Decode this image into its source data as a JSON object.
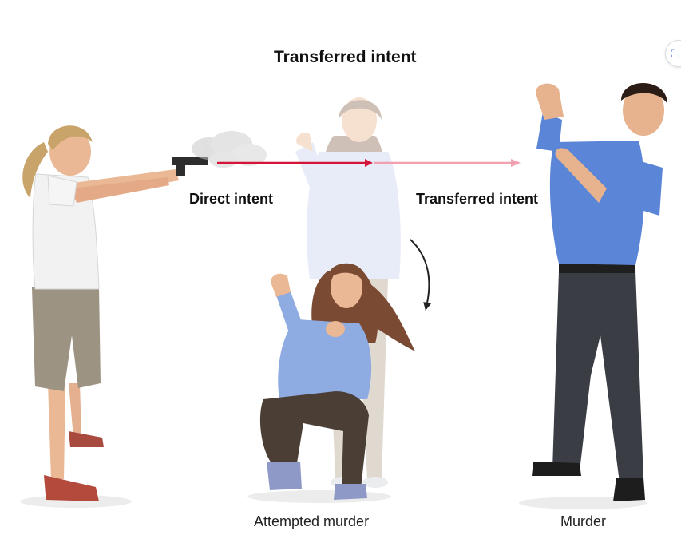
{
  "diagram": {
    "title": "Transferred intent",
    "direct_label": "Direct intent",
    "transferred_label": "Transferred intent",
    "attempted_label": "Attempted murder",
    "murder_label": "Murder"
  },
  "colors": {
    "direct_arrow": "#d5143a",
    "transferred_arrow": "#f0a0ae",
    "woman_shirt": "#f2f2f2",
    "woman_shorts": "#9c9382",
    "man_shirt": "#5b86d8",
    "man_pants": "#3a3d44",
    "victim_top": "#8eabe2",
    "victim_pants": "#4b3f35"
  },
  "icons": {
    "corner": "scan-icon"
  }
}
